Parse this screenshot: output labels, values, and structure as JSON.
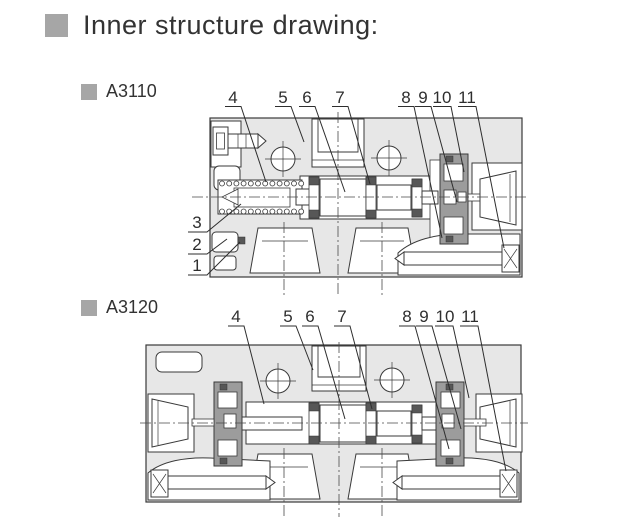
{
  "page": {
    "title": "Inner structure drawing:"
  },
  "sections": [
    {
      "label": "A3110",
      "callouts_top": [
        "4",
        "5",
        "6",
        "7",
        "8",
        "9",
        "10",
        "11"
      ],
      "callouts_left": [
        "3",
        "2",
        "1"
      ]
    },
    {
      "label": "A3120",
      "callouts_top": [
        "4",
        "5",
        "6",
        "7",
        "8",
        "9",
        "10",
        "11"
      ]
    }
  ],
  "colors": {
    "bullet": "#a6a6a6",
    "body_fill": "#e7e7e7",
    "dark_part": "#9c9c9c",
    "seal_dark": "#575757",
    "line": "#3a3a3a",
    "text": "#333333"
  }
}
